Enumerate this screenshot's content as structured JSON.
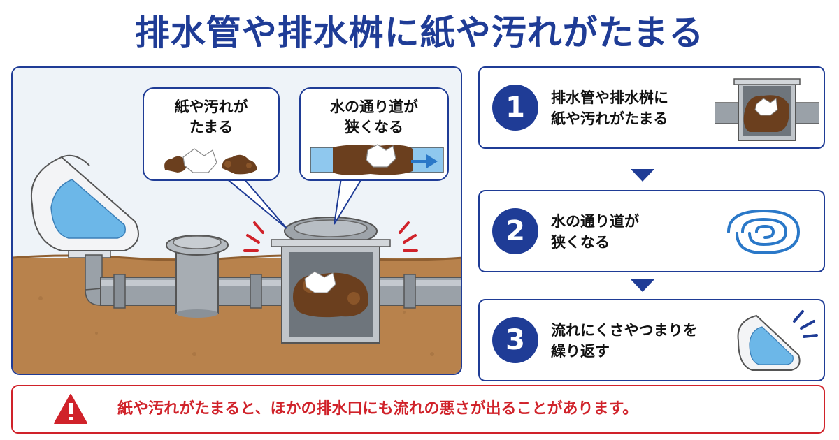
{
  "title": "排水管や排水桝に紙や汚れがたまる",
  "scene": {
    "bubble_left": [
      "紙や汚れが",
      "たまる"
    ],
    "bubble_right": [
      "水の通り道が",
      "狭くなる"
    ]
  },
  "steps": [
    {
      "number": "1",
      "lines": [
        "排水管や排水桝に",
        "紙や汚れがたまる"
      ],
      "icon": "catch-basin-icon"
    },
    {
      "number": "2",
      "lines": [
        "水の通り道が",
        "狭くなる"
      ],
      "icon": "swirl-icon"
    },
    {
      "number": "3",
      "lines": [
        "流れにくさやつまりを",
        "繰り返す"
      ],
      "icon": "toilet-icon"
    }
  ],
  "warning": {
    "text": "紙や汚れがたまると、ほかの排水口にも流れの悪さが出ることがあります。",
    "icon": "warning-triangle-icon"
  },
  "colors": {
    "brand": "#1f3c96",
    "warning": "#d0222a",
    "soil": "#b8824c",
    "debris": "#6b3f1e",
    "water": "#6cb7e8"
  }
}
